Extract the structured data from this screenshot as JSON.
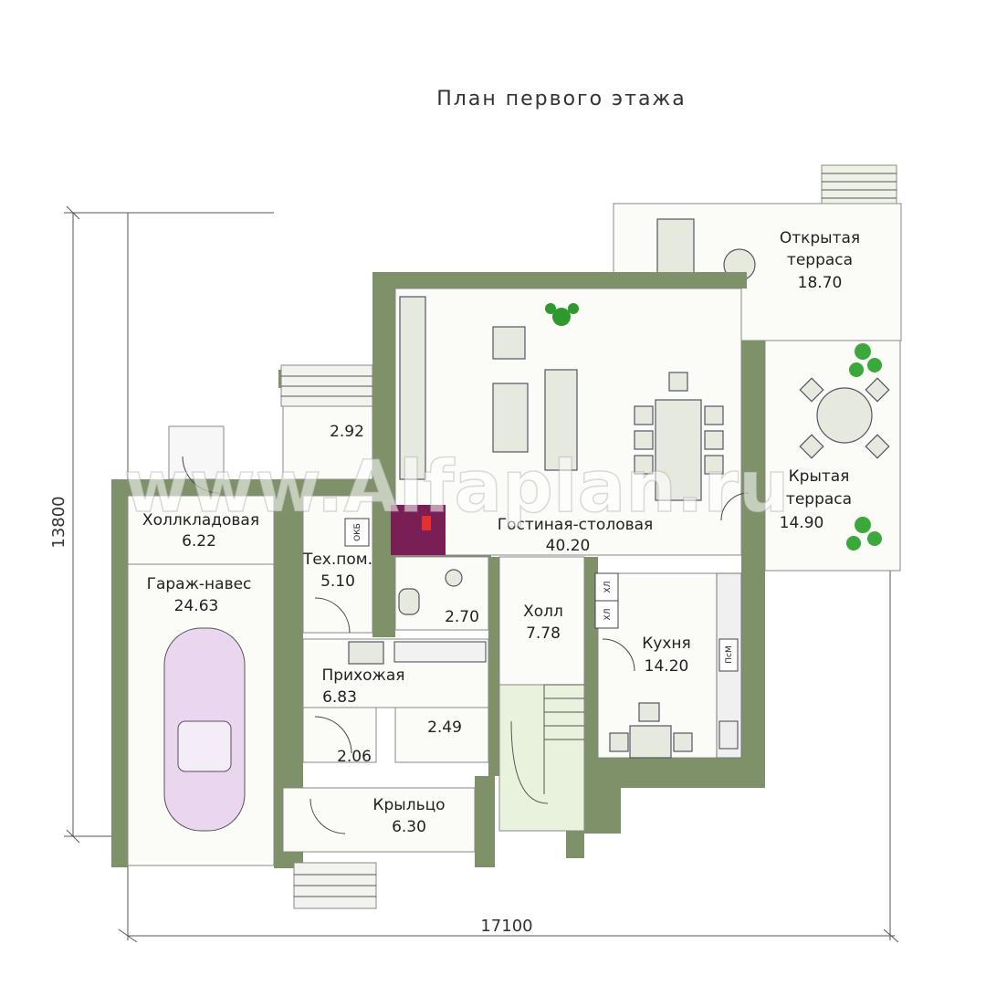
{
  "title": "План первого этажа",
  "dimensions": {
    "width": "17100",
    "height": "13800"
  },
  "watermark": "www.Alfaplan.ru",
  "rooms": {
    "otkrytaya_terrasa": {
      "label_line1": "Открытая",
      "label_line2": "терраса",
      "area": "18.70"
    },
    "krytaya_terrasa": {
      "label_line1": "Крытая",
      "label_line2": "терраса",
      "area": "14.90"
    },
    "gostinaya": {
      "label": "Гостиная-столовая",
      "area": "40.20"
    },
    "holl_kladovaya": {
      "label": "Холлкладовая",
      "area": "6.22"
    },
    "tambur": {
      "area": "2.92"
    },
    "garazh": {
      "label": "Гараж-навес",
      "area": "24.63"
    },
    "teh_pom": {
      "label": "Тех.пом.",
      "area": "5.10"
    },
    "sanuzel": {
      "area": "2.70"
    },
    "holl": {
      "label": "Холл",
      "area": "7.78"
    },
    "kuhnya": {
      "label": "Кухня",
      "area": "14.20"
    },
    "prihozhaya": {
      "label": "Прихожая",
      "area": "6.83"
    },
    "garderob": {
      "area": "2.49"
    },
    "kladovka": {
      "area": "2.06"
    },
    "krylco": {
      "label": "Крыльцо",
      "area": "6.30"
    }
  },
  "markers": {
    "okb": "ОКБ",
    "hl1": "ХЛ",
    "hl2": "ХЛ",
    "psm": "ПсМ"
  }
}
